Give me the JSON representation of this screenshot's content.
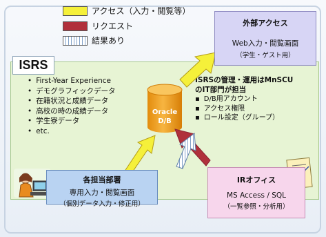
{
  "legend": {
    "access_label": "アクセス（入力・閲覧等）",
    "request_label": "リクエスト",
    "result_label": "結果あり",
    "access_color": "#f5f03a",
    "request_color": "#b0303b",
    "result_color": "#dce8f8"
  },
  "isrs": {
    "label": "ISRS"
  },
  "data_list": [
    "First-Year Experience",
    "デモグラフィックデータ",
    "在籍状況と成績データ",
    "高校の時の成績データ",
    "学生寮データ",
    "etc."
  ],
  "database": {
    "line1": "Oracle",
    "line2": "D/B"
  },
  "management": {
    "header_line1": "ISRSの管理・運用はMnSCU",
    "header_line2": "のIT部門が担当",
    "items": [
      "D/B用アカウント",
      "アクセス権限",
      "ロール設定（グループ）"
    ]
  },
  "external_access": {
    "title": "外部アクセス",
    "line1": "Web入力・閲覧画面",
    "line2": "（学生・ゲスト用）"
  },
  "departments": {
    "title": "各担当部署",
    "line1": "専用入力・閲覧画面",
    "line2": "（個別データ入力・修正用）"
  },
  "ir_office": {
    "title": "IRオフィス",
    "line1": "MS Access / SQL",
    "line2": "（一覧参照・分析用）"
  },
  "colors": {
    "green_area": "#e7f4d4",
    "external_box": "#d7d5f5",
    "departments_box": "#b9d3f2",
    "ir_box": "#f7d6ec",
    "database": "#f5a623"
  }
}
